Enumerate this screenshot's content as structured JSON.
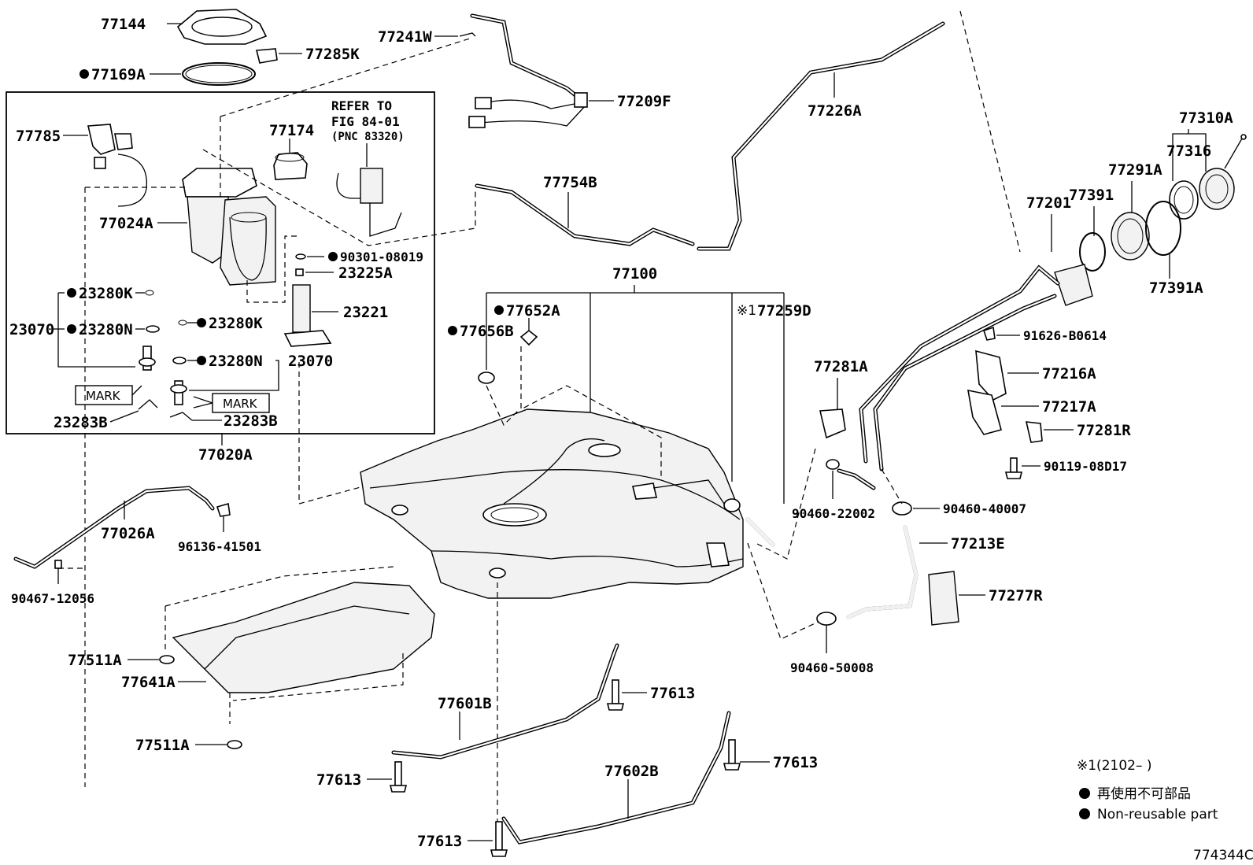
{
  "labels": {
    "p77144": "77144",
    "p77285K": "77285K",
    "p77169A": "77169A",
    "p77241W": "77241W",
    "p77209F": "77209F",
    "p77226A": "77226A",
    "p77310A": "77310A",
    "p77316": "77316",
    "p77291A": "77291A",
    "p77201": "77201",
    "p77391": "77391",
    "p77391A": "77391A",
    "p77785": "77785",
    "p77174": "77174",
    "p77024A": "77024A",
    "p90301": "90301-08019",
    "p23225A": "23225A",
    "p23280K_1": "23280K",
    "p23280N_1": "23280N",
    "p23070_1": "23070",
    "p23280K_2": "23280K",
    "p23280N_2": "23280N",
    "p23070_2": "23070",
    "p23221": "23221",
    "p23283B_1": "23283B",
    "p23283B_2": "23283B",
    "p77020A": "77020A",
    "p77754B": "77754B",
    "p77100": "77100",
    "p77652A": "77652A",
    "p77656B": "77656B",
    "p77259D": "77259D",
    "p91626": "91626-B0614",
    "p77216A": "77216A",
    "p77217A": "77217A",
    "p77281A": "77281A",
    "p77281R": "77281R",
    "p90119": "90119-08D17",
    "p90460_22002": "90460-22002",
    "p90460_40007": "90460-40007",
    "p77213E": "77213E",
    "p77277R": "77277R",
    "p90460_50008": "90460-50008",
    "p77026A": "77026A",
    "p96136": "96136-41501",
    "p90467": "90467-12056",
    "p77511A_1": "77511A",
    "p77641A": "77641A",
    "p77511A_2": "77511A",
    "p77601B": "77601B",
    "p77613_1": "77613",
    "p77613_2": "77613",
    "p77613_3": "77613",
    "p77613_4": "77613",
    "p77602B": "77602B"
  },
  "refer": {
    "line1": "REFER TO",
    "line2": "FIG 84-01",
    "line3": "(PNC 83320)"
  },
  "marks": {
    "mark1": "MARK",
    "mark2": "MARK"
  },
  "notes": {
    "ref_symbol": "※1",
    "ref_date": "※1(2102–     )",
    "jp_text": "再使用不可部品",
    "en_text": "Non-reusable part"
  },
  "figure_id": "774344C"
}
